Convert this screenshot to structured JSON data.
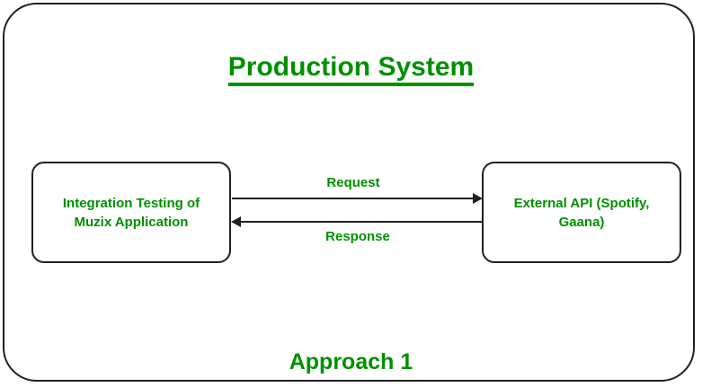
{
  "diagram": {
    "title": "Production System",
    "caption": "Approach 1",
    "accent_color": "#009000",
    "line_color": "#231f20",
    "background_color": "#ffffff",
    "nodes": [
      {
        "id": "left",
        "label": "Integration Testing of\nMuzix Application"
      },
      {
        "id": "right",
        "label": "External API (Spotify,\nGaana)"
      }
    ],
    "edges": [
      {
        "id": "request",
        "label": "Request",
        "from": "left",
        "to": "right",
        "direction": "right"
      },
      {
        "id": "response",
        "label": "Response",
        "from": "right",
        "to": "left",
        "direction": "left"
      }
    ]
  }
}
